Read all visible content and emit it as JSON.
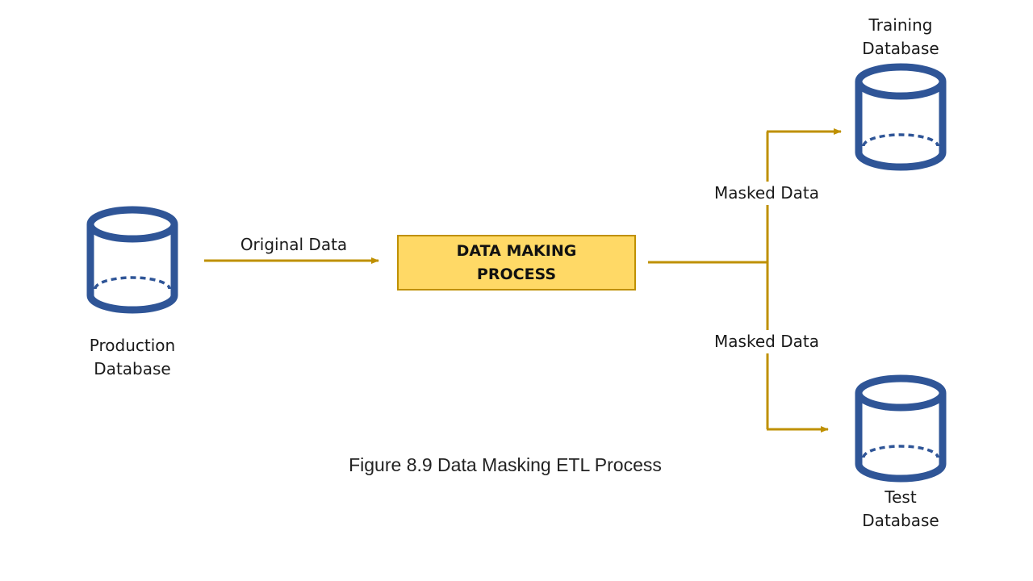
{
  "colors": {
    "database": "#2F5597",
    "arrow": "#BF9000",
    "process_fill": "#FFD966",
    "process_border": "#BF9000"
  },
  "databases": {
    "production": {
      "line1": "Production",
      "line2": "Database"
    },
    "training": {
      "line1": "Training",
      "line2": "Database"
    },
    "test": {
      "line1": "Test",
      "line2": "Database"
    }
  },
  "process": {
    "line1": "DATA MAKING",
    "line2": "PROCESS"
  },
  "edges": {
    "original": "Original Data",
    "masked_top": "Masked Data",
    "masked_bottom": "Masked Data"
  },
  "caption": "Figure 8.9 Data Masking ETL Process"
}
